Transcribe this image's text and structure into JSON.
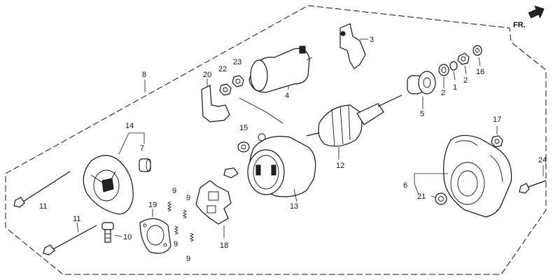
{
  "direction_label": "FR.",
  "callouts": {
    "c1": "1",
    "c2a": "2",
    "c2b": "2",
    "c3": "3",
    "c4": "4",
    "c5": "5",
    "c6": "6",
    "c7": "7",
    "c8": "8",
    "c9a": "9",
    "c9b": "9",
    "c9c": "9",
    "c9d": "9",
    "c10": "10",
    "c11a": "11",
    "c11b": "11",
    "c12": "12",
    "c13": "13",
    "c14": "14",
    "c15": "15",
    "c16": "16",
    "c17": "17",
    "c18": "18",
    "c19": "19",
    "c20": "20",
    "c21": "21",
    "c22": "22",
    "c23": "23",
    "c24": "24"
  },
  "icons": {
    "direction_arrow": "arrow-right-icon"
  }
}
